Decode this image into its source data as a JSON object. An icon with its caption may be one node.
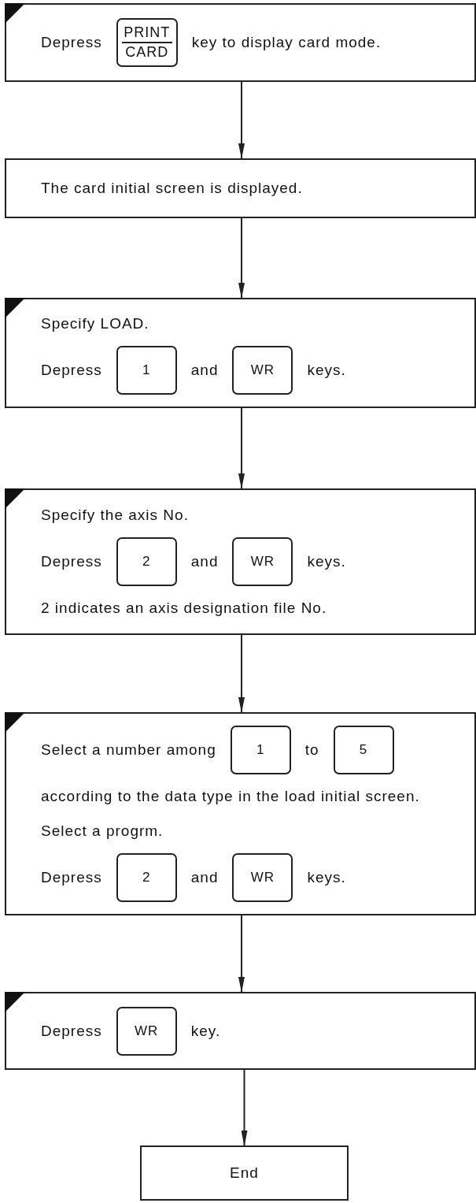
{
  "diagram": {
    "nodes": [
      {
        "text": [
          "Depress",
          "key to display card mode."
        ]
      },
      {
        "text": [
          "PRINT CARD"
        ],
        "in": 0
      },
      {
        "text": [
          "The card initial screen is displayed."
        ]
      },
      {
        "text": [
          "Specify LOAD.",
          "Depress",
          "and",
          "keys."
        ]
      },
      {
        "text": [
          "1"
        ],
        "in": 3
      },
      {
        "text": [
          "WR"
        ],
        "in": 3
      },
      {
        "text": [
          "Specify the axis No.",
          "Depress",
          "and",
          "keys.",
          "2 indicates an axis designation file No."
        ]
      },
      {
        "text": [
          "2"
        ],
        "in": 6
      },
      {
        "text": [
          "WR"
        ],
        "in": 6
      },
      {
        "text": [
          "Select a number among",
          "to",
          "according to the data type in the load initial screen.",
          "Select a progrm.",
          "Depress",
          "and",
          "keys."
        ]
      },
      {
        "text": [
          "1"
        ],
        "in": 9
      },
      {
        "text": [
          "5"
        ],
        "in": 9
      },
      {
        "text": [
          "2"
        ],
        "in": 9
      },
      {
        "text": [
          "WR"
        ],
        "in": 9
      },
      {
        "text": [
          "Depress",
          "key."
        ]
      },
      {
        "text": [
          "WR"
        ],
        "in": 14
      },
      {
        "text": [
          "End"
        ]
      }
    ],
    "edges": [
      {
        "from": 0,
        "to": 2,
        "arrow": "to"
      },
      {
        "from": 2,
        "to": 3,
        "arrow": "to"
      },
      {
        "from": 3,
        "to": 6,
        "arrow": "to"
      },
      {
        "from": 6,
        "to": 9,
        "arrow": "to"
      },
      {
        "from": 9,
        "to": 14,
        "arrow": "to"
      },
      {
        "from": 14,
        "to": 16,
        "arrow": "to"
      }
    ]
  }
}
